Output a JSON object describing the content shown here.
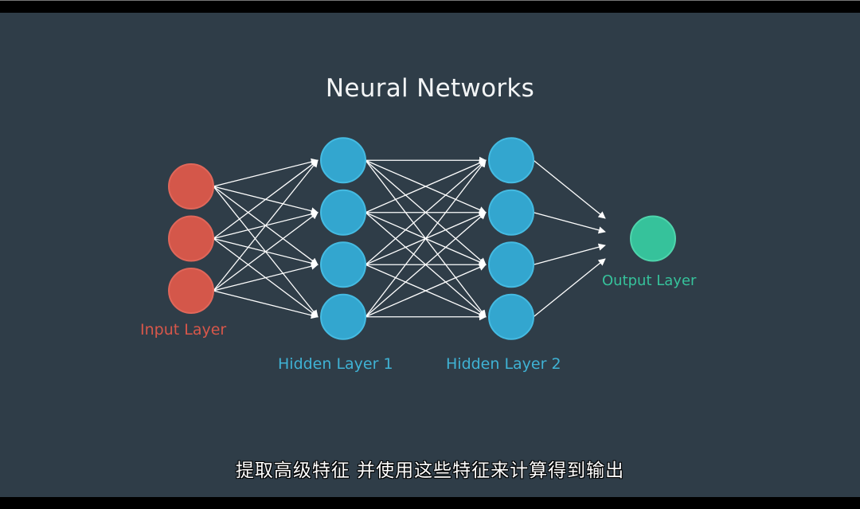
{
  "slide": {
    "title": "Neural Networks",
    "subtitle": "提取高级特征 并使用这些特征来计算得到输出"
  },
  "layers": [
    {
      "id": "input",
      "label": "Input Layer",
      "nodes": 3,
      "color": "#d4574a"
    },
    {
      "id": "hidden1",
      "label": "Hidden Layer 1",
      "nodes": 4,
      "color": "#33a6cf"
    },
    {
      "id": "hidden2",
      "label": "Hidden Layer 2",
      "nodes": 4,
      "color": "#33a6cf"
    },
    {
      "id": "output",
      "label": "Output Layer",
      "nodes": 1,
      "color": "#36c29b"
    }
  ],
  "connections": "fully-connected",
  "colors": {
    "background": "#2f3d48",
    "edge": "#ffffff",
    "title": "#f3f5f6",
    "input_label": "#d8574a",
    "hidden_label": "#3fb2d4",
    "output_label": "#36c29b"
  }
}
